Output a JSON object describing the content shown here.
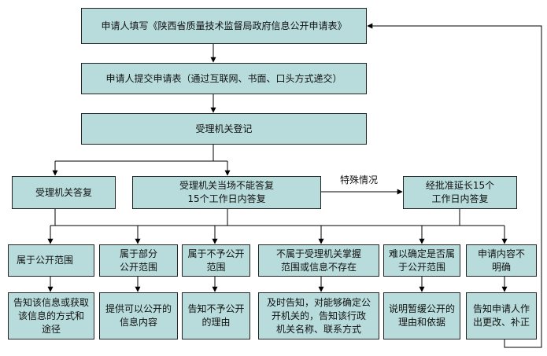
{
  "flow": {
    "step1": "申请人填写《陕西省质量技术监督局政府信息公开申请表》",
    "step2": "申请人提交申请表（通过互联网、书面、口头方式递交）",
    "step3": "受理机关登记",
    "reply_now": "受理机关答复",
    "reply_later": "受理机关当场不能答复\n15个工作日内答复",
    "special_case": "特殊情况",
    "extension": "经批准延长15个\n工作日内答复",
    "categories": [
      "属于公开范围",
      "属于部分\n公开范围",
      "属于不予公开\n范围",
      "不属于受理机关掌握\n范围或信息不存在",
      "难以确定是否属\n于公开范围",
      "申请内容不\n明确"
    ],
    "outcomes": [
      "告知该信息或获取\n该信息的方式和\n途径",
      "提供可以公开的\n信息内容",
      "告知不予公开\n的理由",
      "及时告知，对能够确定公\n开机关的，告知该行政\n机关名称、联系方式",
      "说明暂缓公开的\n理由和依据",
      "告知申请人作\n出更改、补正"
    ]
  }
}
